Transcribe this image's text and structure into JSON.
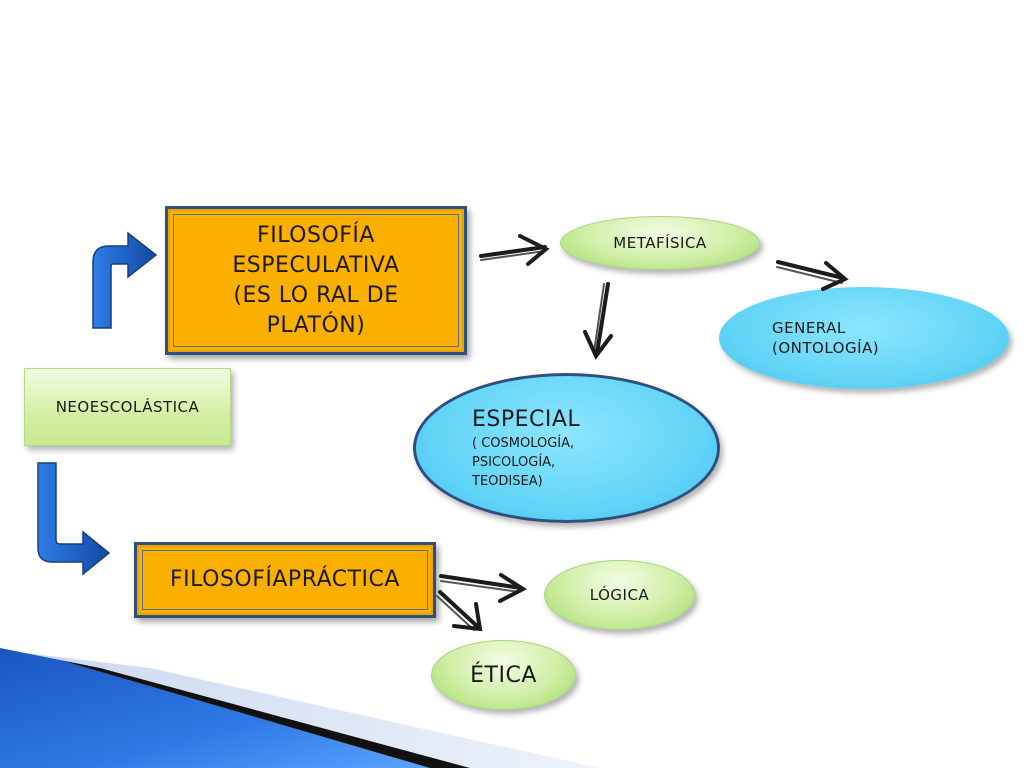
{
  "nodes": {
    "neoescolastica": "NEOESCOLÁSTICA",
    "especulativa": {
      "line1": "FILOSOFÍA",
      "line2": "ESPECULATIVA",
      "line3": "(ES LO RAL DE",
      "line4": "PLATÓN)"
    },
    "practica": "FILOSOFÍAPRÁCTICA",
    "metafisica": "METAFÍSICA",
    "general": {
      "line1": "GENERAL",
      "line2": "(ONTOLOGÍA)"
    },
    "especial": {
      "title": "ESPECIAL",
      "line1": "( COSMOLOGÍA,",
      "line2": "PSICOLOGÍA,",
      "line3": "TEODISEA)"
    },
    "logica": "LÓGICA",
    "etica": "ÉTICA"
  },
  "colors": {
    "orange_box": "#fbb000",
    "box_border": "#2f4f7f",
    "green_node": "#cfeea4",
    "blue_node": "#60d3f6",
    "bent_arrow": "#1f63c9",
    "decor_band": "#1e5fc4"
  }
}
